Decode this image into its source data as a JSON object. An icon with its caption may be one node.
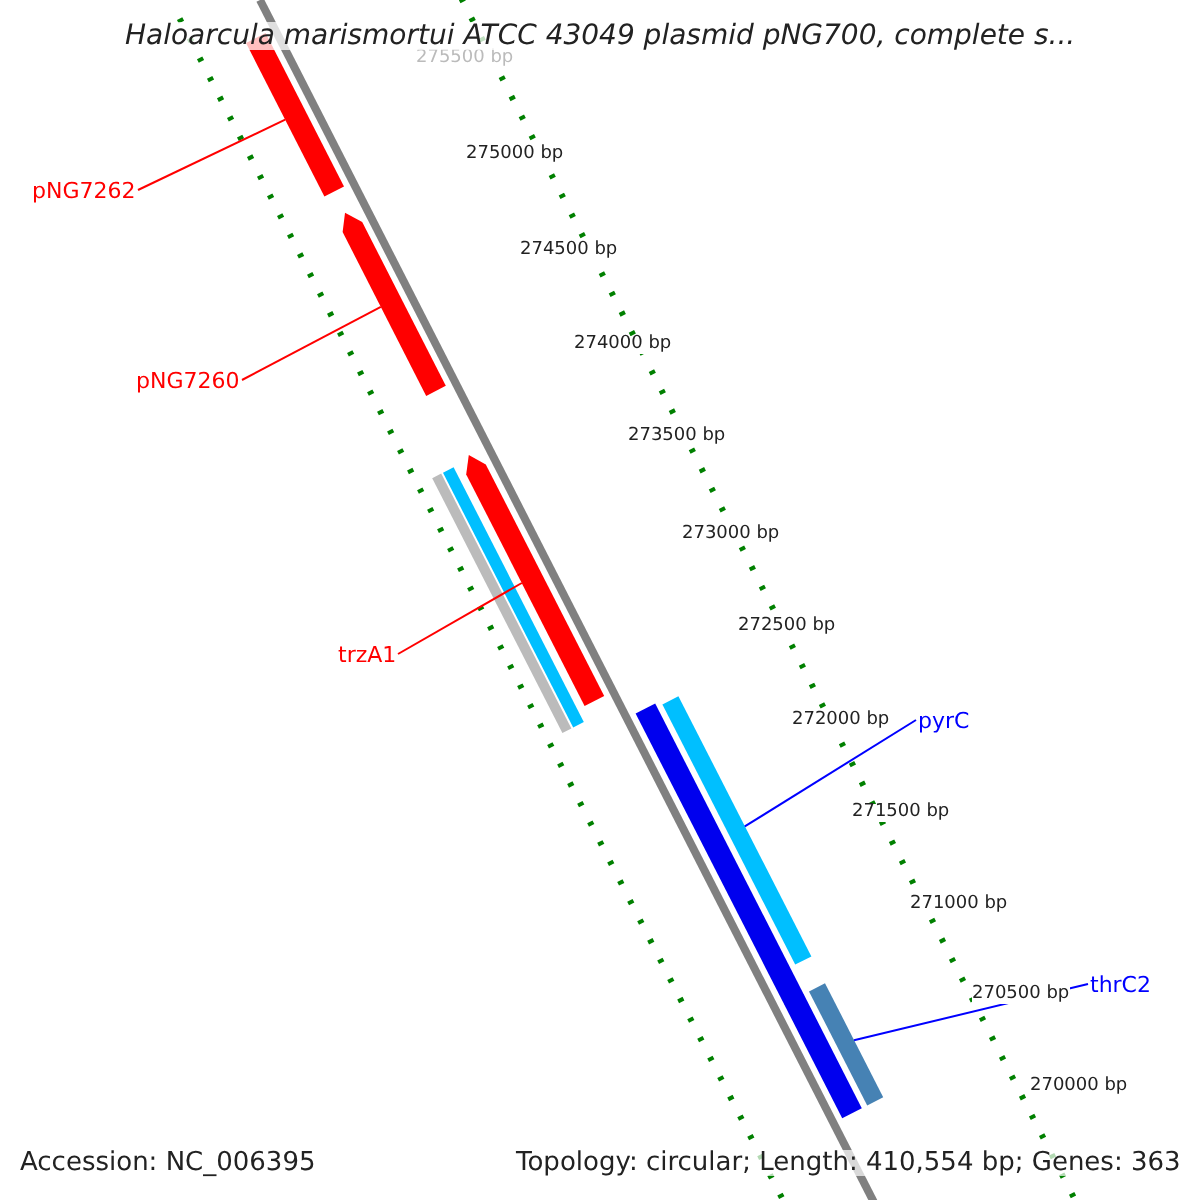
{
  "diagram": {
    "title": "Haloarcula marismortui ATCC 43049 plasmid pNG700, complete s...",
    "nodes": [
      {
        "text": [
          "pNG7262"
        ]
      },
      {
        "text": [
          "pNG7260"
        ]
      },
      {
        "text": [
          "trzA1"
        ]
      },
      {
        "text": [
          "pyrC"
        ]
      },
      {
        "text": [
          "thrC2"
        ]
      },
      {
        "text": [],
        "shape": "bar"
      },
      {
        "text": [],
        "shape": "bar"
      },
      {
        "text": [],
        "shape": "bar"
      },
      {
        "text": [],
        "shape": "bar"
      },
      {
        "text": [],
        "shape": "bar"
      }
    ],
    "edges": [
      {
        "from": 0,
        "to": 5,
        "arrow": "none",
        "color": "#ff0000"
      },
      {
        "from": 1,
        "to": 6,
        "arrow": "none",
        "color": "#ff0000"
      },
      {
        "from": 2,
        "to": 7,
        "arrow": "none",
        "color": "#ff0000"
      },
      {
        "from": 3,
        "to": 8,
        "arrow": "none",
        "color": "#0000ff"
      },
      {
        "from": 4,
        "to": 9,
        "arrow": "none",
        "color": "#0000ff"
      }
    ],
    "labels": [
      "275500 bp",
      "275000 bp",
      "274500 bp",
      "274000 bp",
      "273500 bp",
      "273000 bp",
      "272500 bp",
      "272000 bp",
      "271500 bp",
      "271000 bp",
      "270500 bp",
      "270000 bp",
      "Accession: NC_006395",
      "Topology: circular; Length: 410,554 bp; Genes: 363"
    ]
  }
}
